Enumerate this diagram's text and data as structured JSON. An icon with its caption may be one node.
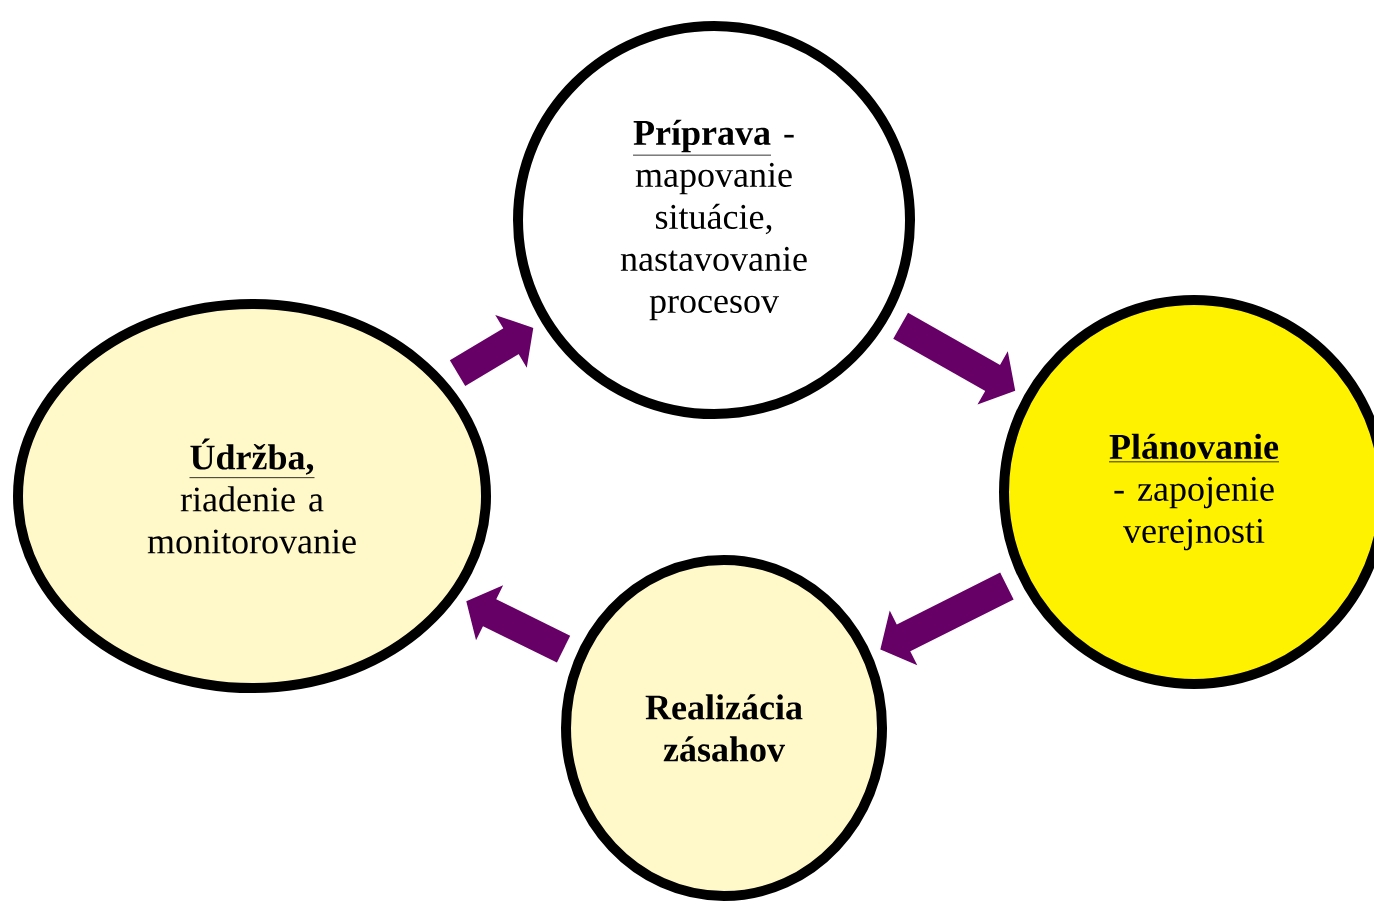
{
  "diagram": {
    "nodes": [
      {
        "text": [
          "Príprava",
          "- mapovanie situácie, nastavovanie procesov"
        ]
      },
      {
        "text": [
          "Plánovanie",
          "- zapojenie verejnosti"
        ]
      },
      {
        "text": [
          "Realizácia zásahov"
        ]
      },
      {
        "text": [
          "Údržba,",
          "riadenie a monitorovanie"
        ]
      }
    ],
    "edges": [
      {
        "from": 3,
        "to": 0,
        "arrow": "to"
      },
      {
        "from": 0,
        "to": 1,
        "arrow": "to"
      },
      {
        "from": 1,
        "to": 2,
        "arrow": "to"
      },
      {
        "from": 2,
        "to": 3,
        "arrow": "to"
      }
    ]
  }
}
